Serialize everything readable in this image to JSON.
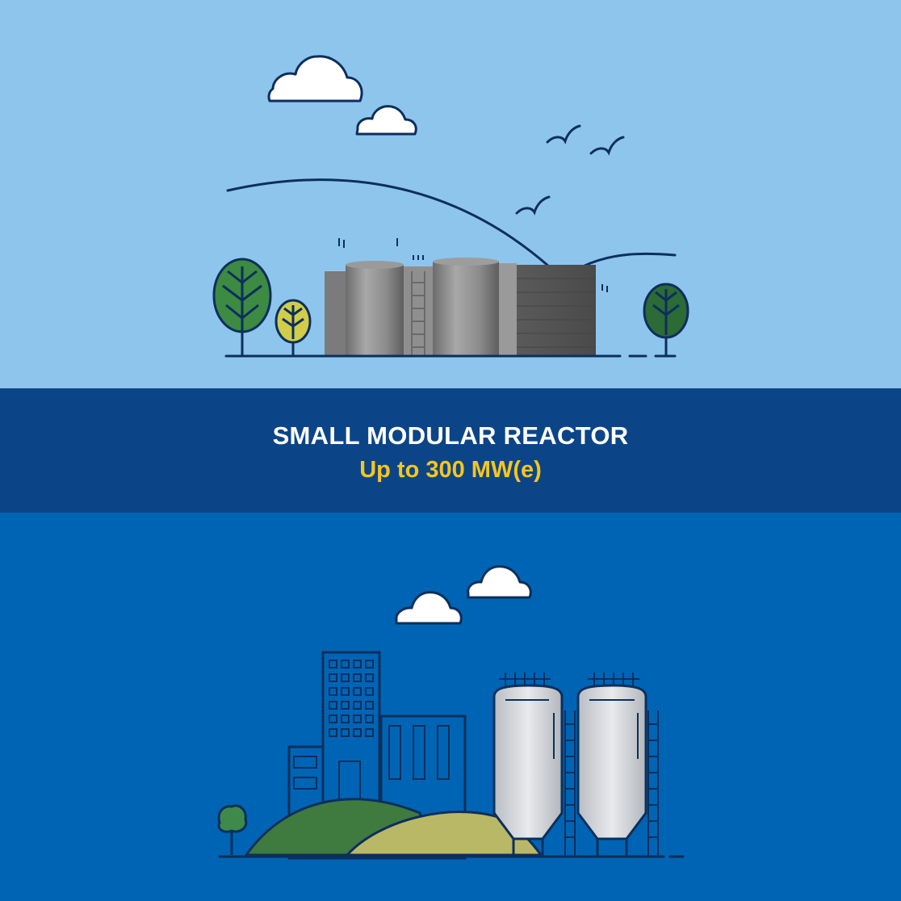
{
  "banner": {
    "title": "SMALL MODULAR REACTOR",
    "subtitle": "Up to 300 MW(e)"
  },
  "colors": {
    "sky_top": "#8ec5ec",
    "band": "#0c4587",
    "sky_bottom": "#0064b4",
    "title_text": "#ffffff",
    "subtitle_text": "#f7c51e",
    "outline": "#0c2f5c"
  },
  "icons": [
    "cloud-icon",
    "bird-icon",
    "tree-icon",
    "reactor-building-illustration",
    "factory-building-illustration",
    "silo-icon",
    "hill-illustration"
  ]
}
